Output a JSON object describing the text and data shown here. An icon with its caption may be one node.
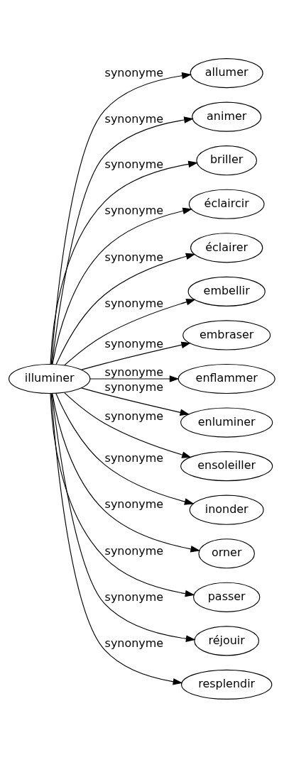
{
  "diagram": {
    "nodes": [
      {
        "text": [
          "illuminer"
        ]
      },
      {
        "text": [
          "allumer"
        ]
      },
      {
        "text": [
          "animer"
        ]
      },
      {
        "text": [
          "briller"
        ]
      },
      {
        "text": [
          "éclaircir"
        ]
      },
      {
        "text": [
          "éclairer"
        ]
      },
      {
        "text": [
          "embellir"
        ]
      },
      {
        "text": [
          "embraser"
        ]
      },
      {
        "text": [
          "enflammer"
        ]
      },
      {
        "text": [
          "enluminer"
        ]
      },
      {
        "text": [
          "ensoleiller"
        ]
      },
      {
        "text": [
          "inonder"
        ]
      },
      {
        "text": [
          "orner"
        ]
      },
      {
        "text": [
          "passer"
        ]
      },
      {
        "text": [
          "réjouir"
        ]
      },
      {
        "text": [
          "resplendir"
        ]
      }
    ],
    "edges": [
      {
        "from": 0,
        "to": 1,
        "arrow": "to",
        "label": "synonyme"
      },
      {
        "from": 0,
        "to": 2,
        "arrow": "to",
        "label": "synonyme"
      },
      {
        "from": 0,
        "to": 3,
        "arrow": "to",
        "label": "synonyme"
      },
      {
        "from": 0,
        "to": 4,
        "arrow": "to",
        "label": "synonyme"
      },
      {
        "from": 0,
        "to": 5,
        "arrow": "to",
        "label": "synonyme"
      },
      {
        "from": 0,
        "to": 6,
        "arrow": "to",
        "label": "synonyme"
      },
      {
        "from": 0,
        "to": 7,
        "arrow": "to",
        "label": "synonyme"
      },
      {
        "from": 0,
        "to": 8,
        "arrow": "to",
        "label": "synonyme"
      },
      {
        "from": 0,
        "to": 9,
        "arrow": "to",
        "label": "synonyme"
      },
      {
        "from": 0,
        "to": 10,
        "arrow": "to",
        "label": "synonyme"
      },
      {
        "from": 0,
        "to": 11,
        "arrow": "to",
        "label": "synonyme"
      },
      {
        "from": 0,
        "to": 12,
        "arrow": "to",
        "label": "synonyme"
      },
      {
        "from": 0,
        "to": 13,
        "arrow": "to",
        "label": "synonyme"
      },
      {
        "from": 0,
        "to": 14,
        "arrow": "to",
        "label": "synonyme"
      },
      {
        "from": 0,
        "to": 15,
        "arrow": "to",
        "label": "synonyme"
      }
    ]
  }
}
